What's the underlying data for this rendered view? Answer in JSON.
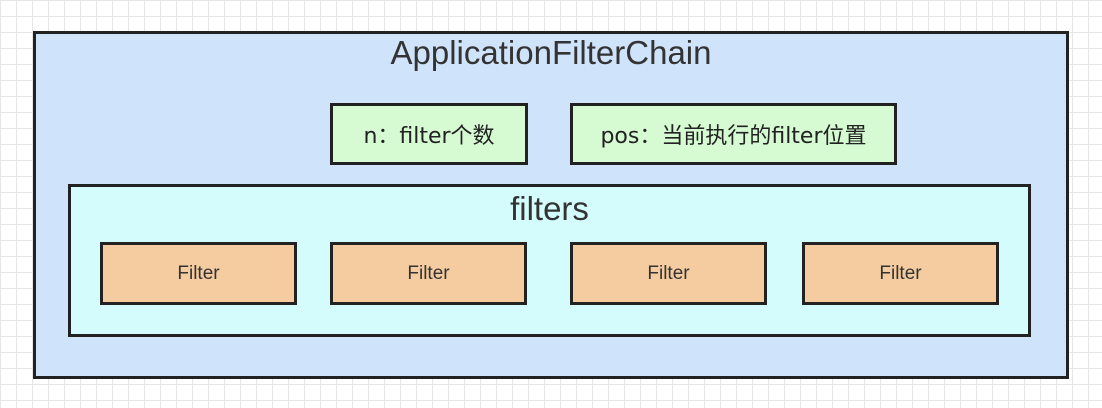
{
  "chain": {
    "title": "ApplicationFilterChain",
    "fields": {
      "n": "n：filter个数",
      "pos": "pos：当前执行的filter位置"
    },
    "filters": {
      "title": "filters",
      "items": [
        "Filter",
        "Filter",
        "Filter",
        "Filter"
      ]
    }
  },
  "colors": {
    "outer": "#cfe3fb",
    "field": "#d6fbd3",
    "filters": "#d5fcfd",
    "filter": "#f5cca0"
  }
}
